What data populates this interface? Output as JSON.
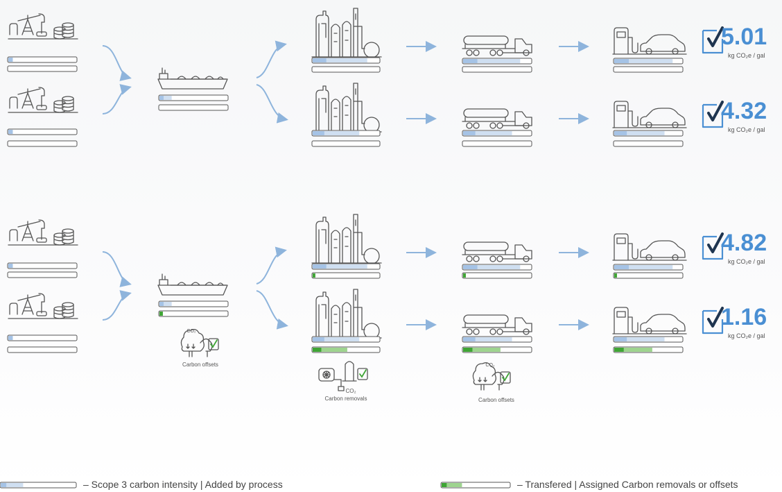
{
  "colors": {
    "line": "#555555",
    "scope3_light": "#cfdff1",
    "scope3_dark": "#a5c3e6",
    "arrow": "#8eb4dc",
    "removal_green": "#3fa535",
    "removal_light": "#9ed48f",
    "check_blue": "#4a8fd3",
    "value_blue": "#4a8fd3"
  },
  "icons": {
    "well": "oil-well-icon",
    "ship": "tanker-ship-icon",
    "refinery": "refinery-icon",
    "truck": "tanker-truck-icon",
    "station": "fuel-station-car-icon",
    "trees": "carbon-offset-trees-icon",
    "dac": "carbon-removal-facility-icon",
    "check": "checkbox-checked-icon"
  },
  "results": [
    {
      "value": "5.01",
      "unit": "kg CO₂e / gal"
    },
    {
      "value": "4.32",
      "unit": "kg CO₂e / gal"
    },
    {
      "value": "4.82",
      "unit": "kg CO₂e / gal"
    },
    {
      "value": "1.16",
      "unit": "kg CO₂e / gal"
    }
  ],
  "captions": {
    "offsets_ship": "Carbon offsets",
    "removals_refinery": "Carbon removals",
    "offsets_truck": "Carbon offsets",
    "dac_co2": "CO₂",
    "tree_co2": "CO₂"
  },
  "legend": {
    "scope3": "– Scope 3 carbon intensity | Added by process",
    "transferred": "– Transfered | Assigned Carbon removals or offsets"
  },
  "bar_levels": {
    "upper": {
      "well_a": 0.07,
      "well_b": 0.07,
      "ship": 0.18,
      "refinery_a": 0.82,
      "refinery_b": 0.7,
      "truck_a": 0.84,
      "truck_b": 0.72,
      "station_a": 0.86,
      "station_b": 0.74
    },
    "lower": {
      "well_a": 0.07,
      "well_b": 0.07,
      "ship": 0.18,
      "ship_green": 0.05,
      "refinery_a": 0.82,
      "refinery_a_green": 0.04,
      "refinery_b": 0.7,
      "refinery_b_green": 0.52,
      "truck_a": 0.84,
      "truck_a_green": 0.04,
      "truck_b": 0.72,
      "truck_b_green": 0.55,
      "station_a": 0.86,
      "station_a_green": 0.04,
      "station_b": 0.74,
      "station_b_green": 0.56
    }
  }
}
